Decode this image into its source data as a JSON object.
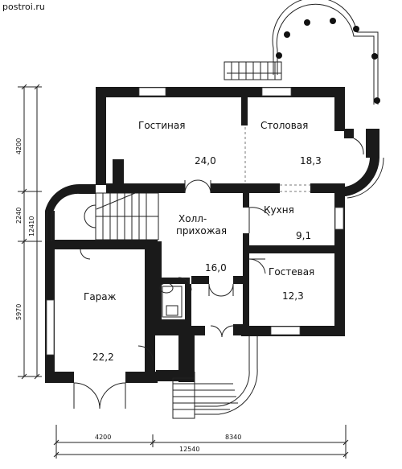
{
  "site": "postroi.ru",
  "rooms": {
    "living": {
      "label": "Гостиная",
      "area": "24,0"
    },
    "dining": {
      "label": "Столовая",
      "area": "18,3"
    },
    "hall_line1": "Холл-",
    "hall_line2": "прихожая",
    "hall_area": "16,0",
    "kitchen": {
      "label": "Кухня",
      "area": "9,1"
    },
    "guest": {
      "label": "Гостевая",
      "area": "12,3"
    },
    "garage": {
      "label": "Гараж",
      "area": "22,2"
    }
  },
  "dimensions": {
    "left_4200": "4200",
    "left_2240": "2240",
    "left_12410": "12410",
    "left_5970": "5970",
    "bottom_4200": "4200",
    "bottom_8340": "8340",
    "bottom_12540": "12540"
  },
  "colors": {
    "wall": "#1a1a1a",
    "line": "#222222"
  }
}
